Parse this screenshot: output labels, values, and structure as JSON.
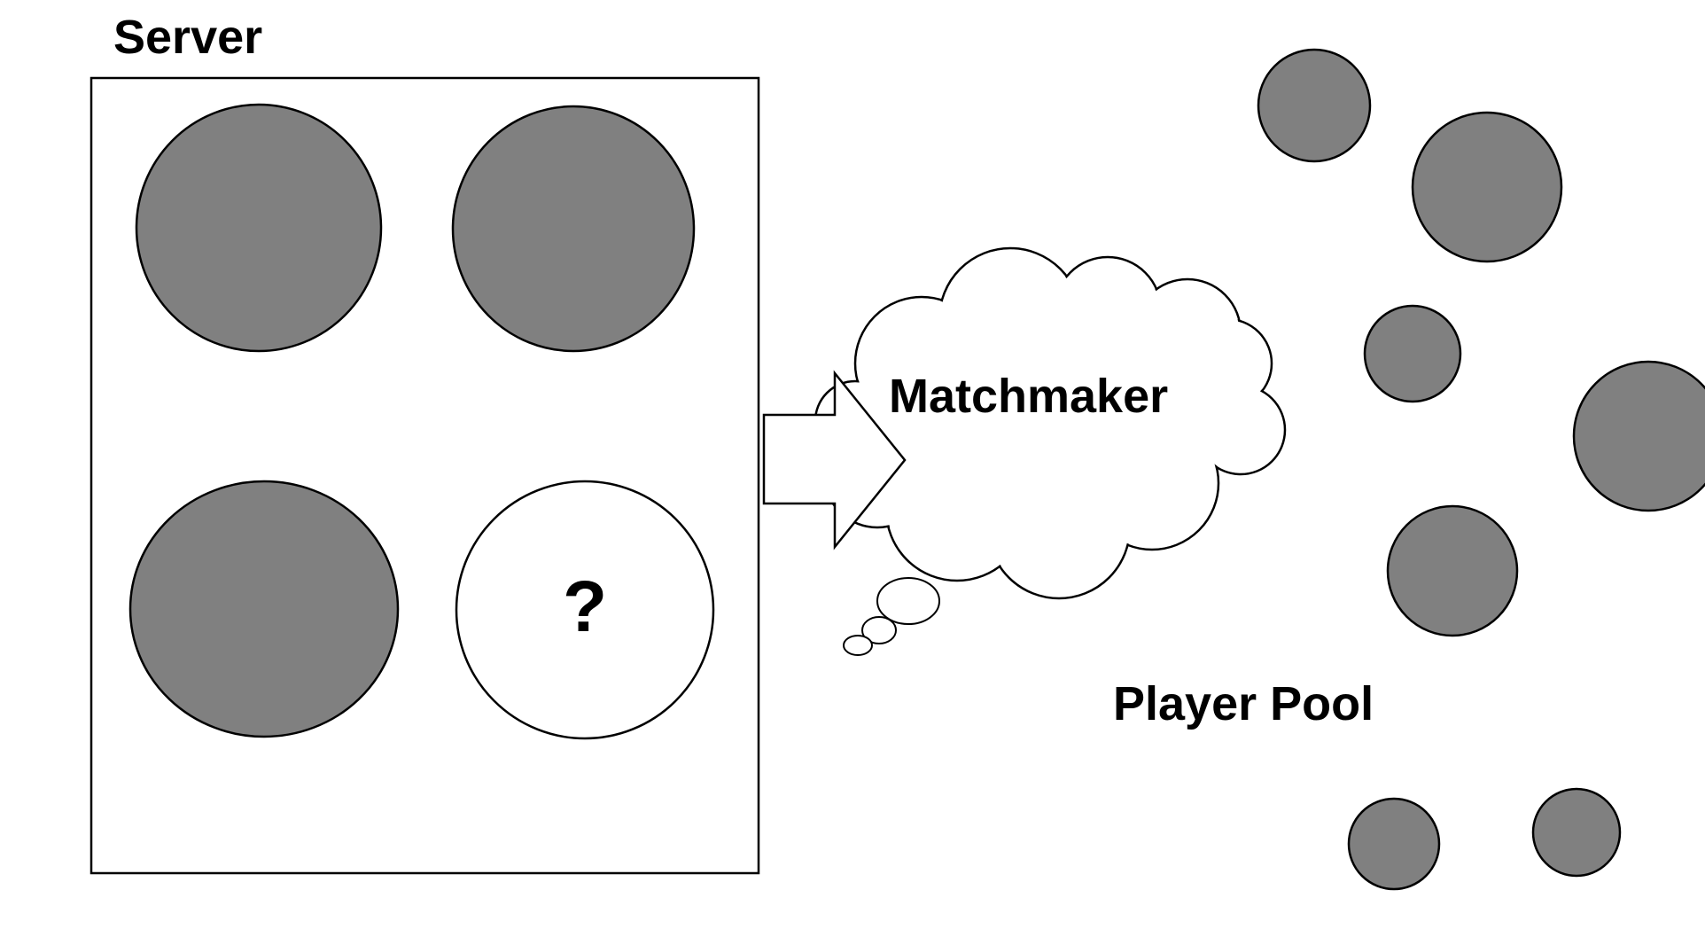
{
  "server": {
    "title": "Server",
    "slot_marker": "?"
  },
  "matchmaker": {
    "label": "Matchmaker"
  },
  "player_pool": {
    "label": "Player Pool"
  },
  "colors": {
    "player_fill": "#808080",
    "empty_slot_fill": "#ffffff",
    "stroke": "#000000",
    "background": "#ffffff"
  }
}
